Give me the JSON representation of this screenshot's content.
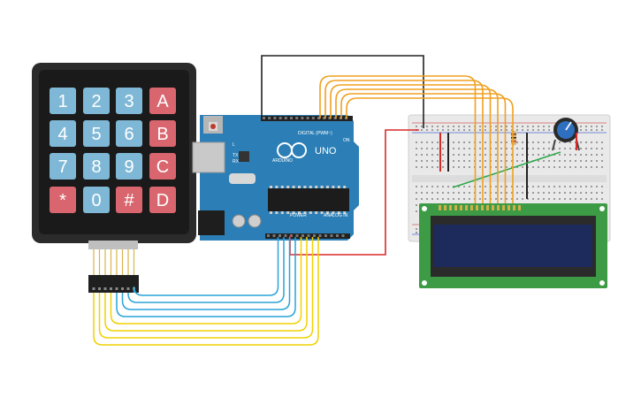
{
  "colors": {
    "keypad_body": "#2b2b2b",
    "key_blue": "#7fb8d6",
    "key_red": "#d9666e",
    "arduino_board": "#2c7fb6",
    "breadboard": "#e9e9e9",
    "lcd_board": "#3d9a45",
    "lcd_screen": "#1c2a5c",
    "wire_orange": "#f0a020",
    "wire_blue": "#2aa3d8",
    "wire_yellow": "#f2d100",
    "wire_red": "#d92a2a",
    "wire_black": "#222222",
    "wire_green": "#2fa84a"
  },
  "keypad": {
    "keys": [
      [
        "1",
        "2",
        "3",
        "A"
      ],
      [
        "4",
        "5",
        "6",
        "B"
      ],
      [
        "7",
        "8",
        "9",
        "C"
      ],
      [
        "*",
        "0",
        "#",
        "D"
      ]
    ],
    "red_keys": [
      "A",
      "B",
      "C",
      "D",
      "*",
      "#"
    ]
  },
  "arduino": {
    "logo": "UNO",
    "digital_label": "DIGITAL (PWM~)",
    "power_label": "POWER",
    "analog_label": "ANALOG IN",
    "brand": "ARDUINO",
    "tx_label": "TX",
    "rx_label": "RX",
    "on_label": "ON",
    "l_label": "L"
  }
}
